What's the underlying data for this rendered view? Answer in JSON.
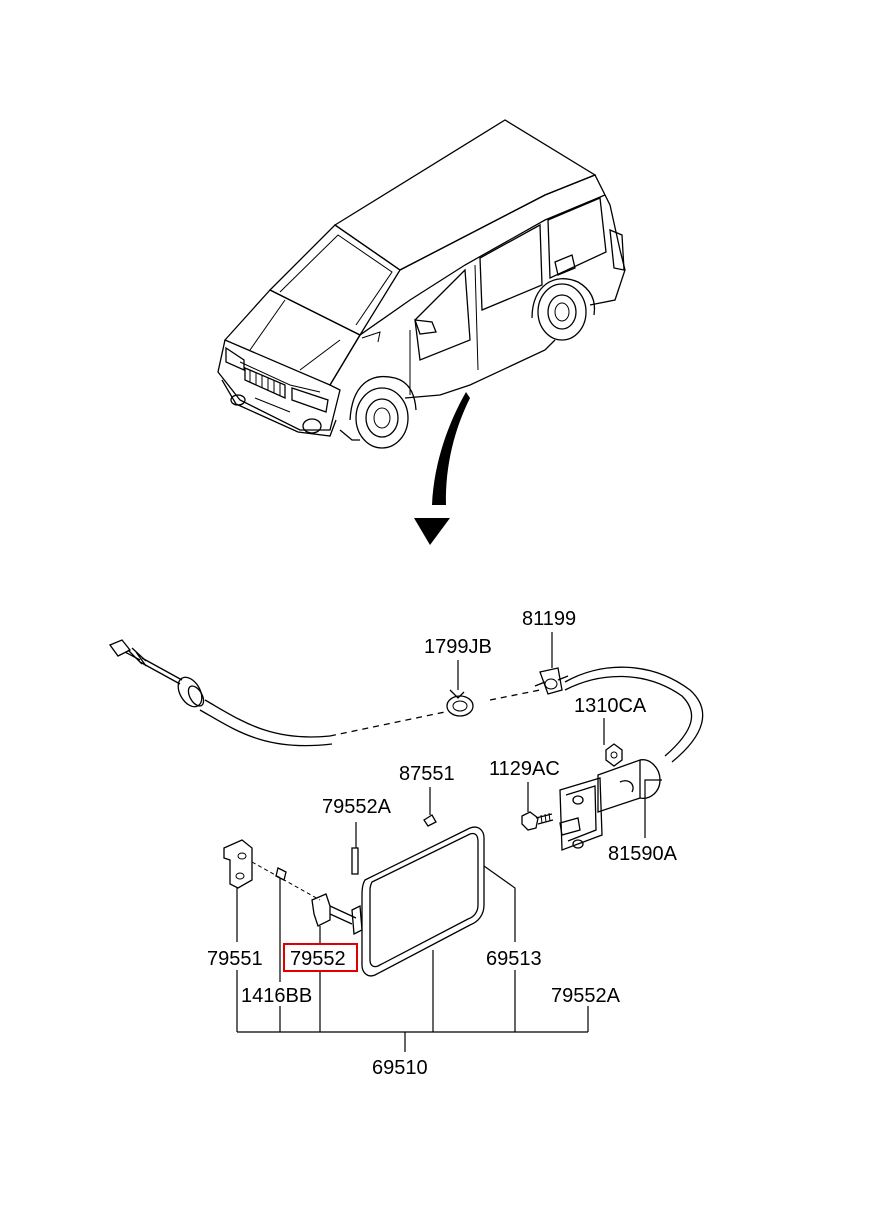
{
  "labels": {
    "p81199": "81199",
    "p1799JB": "1799JB",
    "p1310CA": "1310CA",
    "p1129AC": "1129AC",
    "p87551": "87551",
    "p79552A_top": "79552A",
    "p81590A": "81590A",
    "p79551": "79551",
    "p79552": "79552",
    "p69513": "69513",
    "p1416BB": "1416BB",
    "p79552A_bottom": "79552A",
    "p69510": "69510"
  },
  "highlight": {
    "part": "79552",
    "color": "#e00000"
  }
}
